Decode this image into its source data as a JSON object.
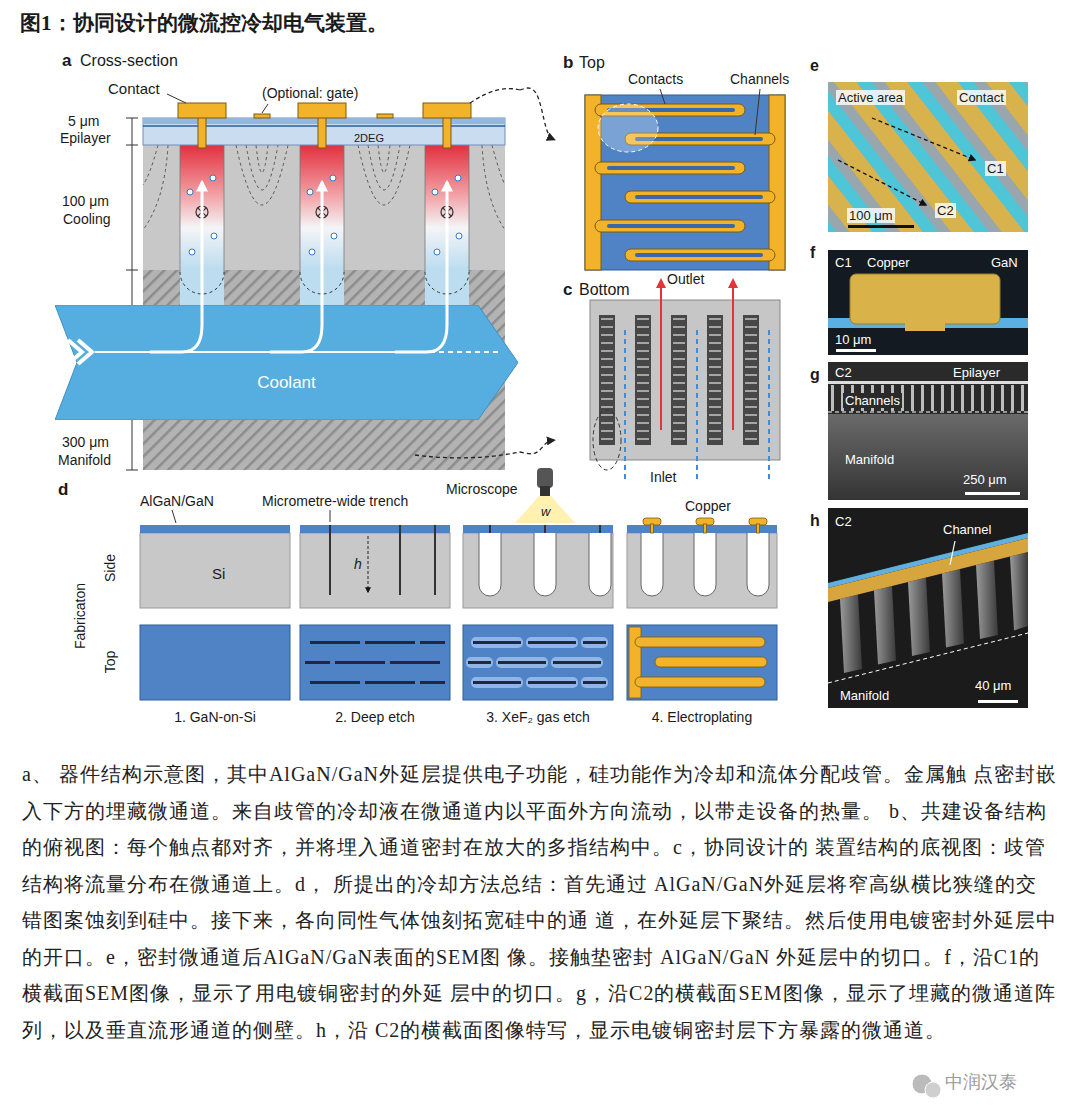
{
  "diagram": {
    "title": "图1：协同设计的微流控冷却电气装置。",
    "caption": "a、 器件结构示意图，其中AlGaN/GaN外延层提供电子功能，硅功能作为冷却和流体分配歧管。金属触 点密封嵌入下方的埋藏微通道。来自歧管的冷却液在微通道内以平面外方向流动，以带走设备的热量。 b、共建设备结构的俯视图：每个触点都对齐，并将埋入通道密封在放大的多指结构中。c，协同设计的 装置结构的底视图：歧管结构将流量分布在微通道上。d， 所提出的冷却方法总结：首先通过 AlGaN/GaN外延层将窄高纵横比狭缝的交错图案蚀刻到硅中。接下来，各向同性气体蚀刻拓宽硅中的通 道，在外延层下聚结。然后使用电镀密封外延层中的开口。e，密封微通道后AlGaN/GaN表面的SEM图 像。接触垫密封 AlGaN/GaN 外延层中的切口。f，沿C1的横截面SEM图像，显示了用电镀铜密封的外延 层中的切口。g，沿C2的横截面SEM图像，显示了埋藏的微通道阵列，以及垂直流形通道的侧壁。h，沿 C2的横截面图像特写，显示电镀铜密封层下方暴露的微通道。",
    "nodes": [
      {
        "text": [
          "a",
          "Cross-section"
        ]
      },
      {
        "text": [
          "Coolant"
        ],
        "in": 0
      },
      {
        "text": [
          "b",
          "Top"
        ]
      },
      {
        "text": [
          "c",
          "Bottom"
        ]
      },
      {
        "text": [
          "d"
        ]
      },
      {
        "text": [
          "1. GaN-on-Si"
        ],
        "in": 4
      },
      {
        "text": [
          "2. Deep etch"
        ],
        "in": 4
      },
      {
        "text": [
          "3. XeF₂ gas etch"
        ],
        "in": 4
      },
      {
        "text": [
          "4. Electroplating"
        ],
        "in": 4
      },
      {
        "text": [
          "e",
          "Active area",
          "Contact",
          "C1",
          "C2",
          "100 μm"
        ]
      },
      {
        "text": [
          "f",
          "C1",
          "Copper",
          "GaN",
          "10 μm"
        ]
      },
      {
        "text": [
          "g",
          "C2",
          "Epilayer",
          "Channels",
          "Manifold",
          "250 μm"
        ]
      },
      {
        "text": [
          "h",
          "C2",
          "Channel",
          "Manifold",
          "40 μm"
        ]
      }
    ],
    "edges": [
      {
        "from": 0,
        "to": 2,
        "arrow": "to"
      },
      {
        "from": 0,
        "to": 3,
        "arrow": "to"
      }
    ],
    "labels": [
      "Contact",
      "(Optional: gate)",
      "5 μm",
      "Epilayer",
      "2DEG",
      "100 μm",
      "Cooling",
      "300 μm",
      "Manifold",
      "Contacts",
      "Channels",
      "Outlet",
      "Inlet",
      "AlGaN/GaN",
      "Micrometre-wide trench",
      "Microscope",
      "Copper",
      "Si",
      "h",
      "w",
      "Fabricaton",
      "Side",
      "Top",
      "中润汉泰"
    ]
  }
}
